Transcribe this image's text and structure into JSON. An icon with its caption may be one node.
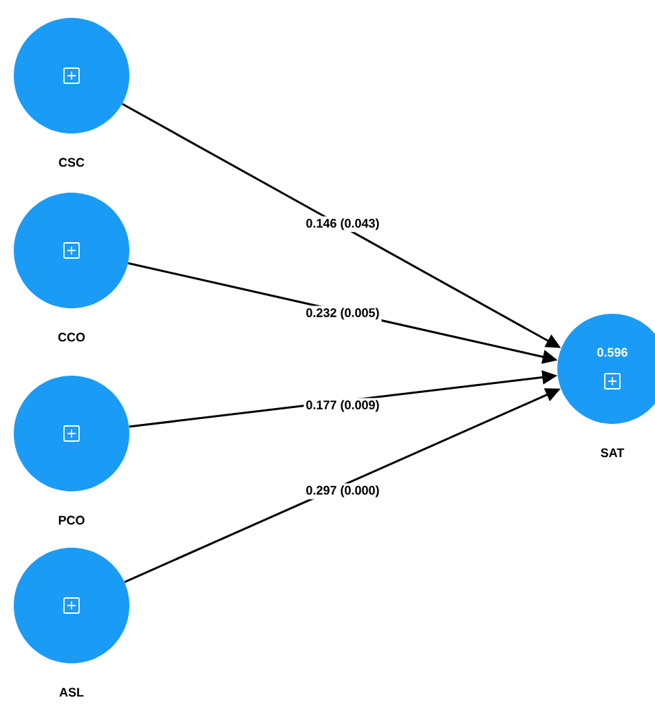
{
  "diagram": {
    "nodes": [
      {
        "text": [
          "CSC"
        ]
      },
      {
        "text": [
          "CCO"
        ]
      },
      {
        "text": [
          "PCO"
        ]
      },
      {
        "text": [
          "ASL"
        ]
      },
      {
        "text": [
          "0.596",
          "SAT"
        ]
      }
    ],
    "edges": [
      {
        "from": 0,
        "to": 4,
        "arrow": "to",
        "label": "0.146 (0.043)"
      },
      {
        "from": 1,
        "to": 4,
        "arrow": "to",
        "label": "0.232 (0.005)"
      },
      {
        "from": 2,
        "to": 4,
        "arrow": "to",
        "label": "0.177 (0.009)"
      },
      {
        "from": 3,
        "to": 4,
        "arrow": "to",
        "label": "0.297 (0.000)"
      }
    ]
  }
}
